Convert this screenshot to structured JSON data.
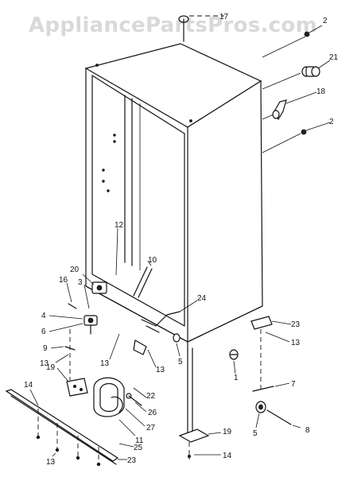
{
  "watermark": "AppliancePartsPros.com",
  "callouts": {
    "c1": "1",
    "c2a": "2",
    "c2b": "2",
    "c3": "3",
    "c4": "4",
    "c5a": "5",
    "c5b": "5",
    "c6": "6",
    "c7": "7",
    "c8": "8",
    "c9": "9",
    "c10": "10",
    "c11": "11",
    "c12": "12",
    "c13a": "13",
    "c13b": "13",
    "c13c": "13",
    "c13d": "13",
    "c13e": "13",
    "c14a": "14",
    "c14b": "14",
    "c16": "16",
    "c17": "17",
    "c18": "18",
    "c19a": "19",
    "c19b": "19",
    "c20": "20",
    "c21": "21",
    "c22": "22",
    "c23a": "23",
    "c23b": "23",
    "c24": "24",
    "c25": "25",
    "c26": "26",
    "c27": "27"
  }
}
